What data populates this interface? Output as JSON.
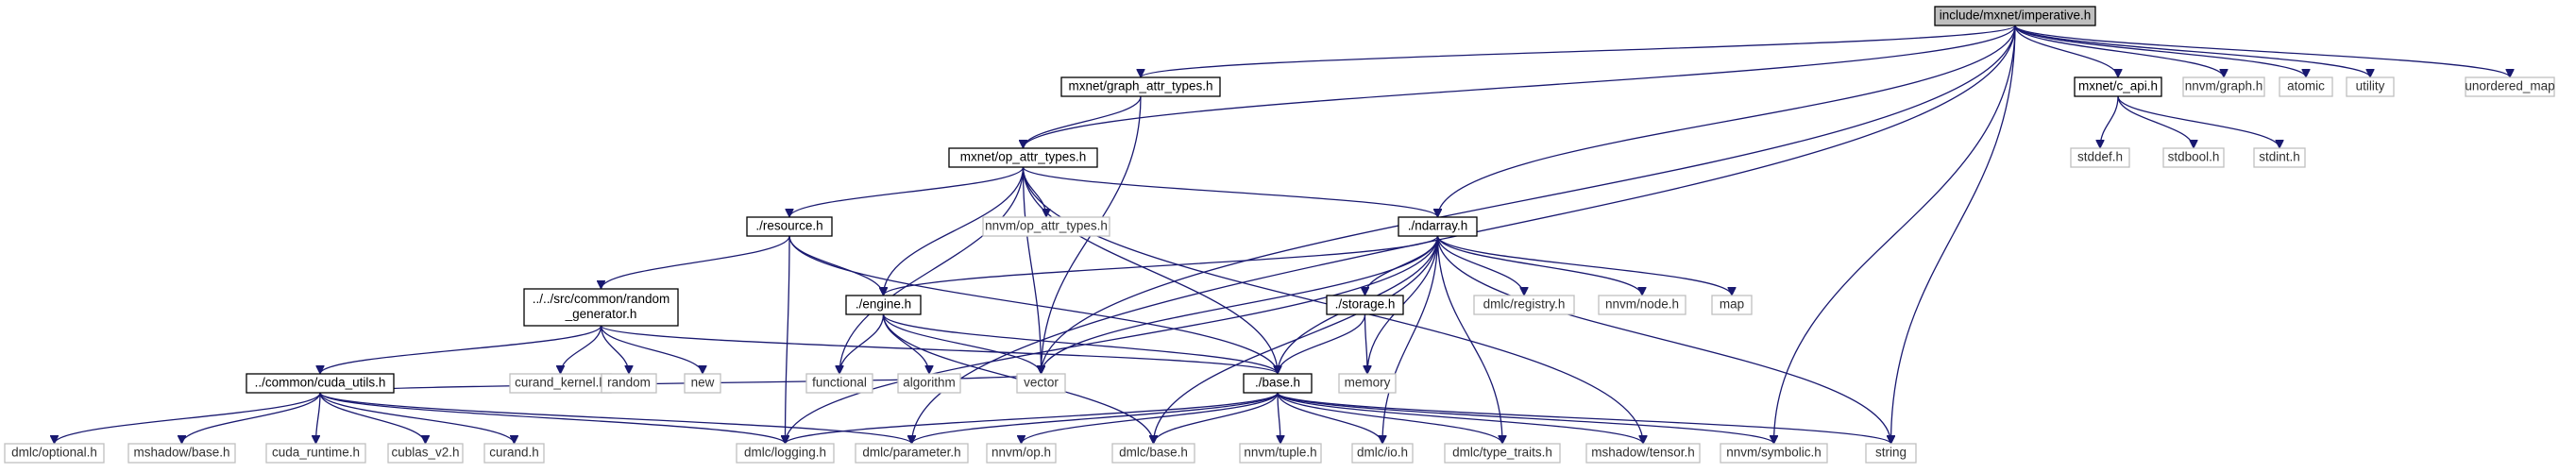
{
  "graph": {
    "kind": "include dependency graph",
    "colors": {
      "root_fill": "#bfbfbf",
      "local_border": "#000000",
      "external_border": "#bfbfbf",
      "edge": "#191970"
    },
    "nodes": [
      {
        "id": "imperative",
        "label": "include/mxnet/imperative.h",
        "kind": "main"
      },
      {
        "id": "graph_attr_types",
        "label": "mxnet/graph_attr_types.h",
        "kind": "local"
      },
      {
        "id": "c_api",
        "label": "mxnet/c_api.h",
        "kind": "local"
      },
      {
        "id": "nnvm_graph",
        "label": "nnvm/graph.h",
        "kind": "external"
      },
      {
        "id": "atomic",
        "label": "atomic",
        "kind": "external"
      },
      {
        "id": "utility",
        "label": "utility",
        "kind": "external"
      },
      {
        "id": "unordered_map",
        "label": "unordered_map",
        "kind": "external"
      },
      {
        "id": "stddef",
        "label": "stddef.h",
        "kind": "external"
      },
      {
        "id": "stdbool",
        "label": "stdbool.h",
        "kind": "external"
      },
      {
        "id": "stdint",
        "label": "stdint.h",
        "kind": "external"
      },
      {
        "id": "op_attr_types",
        "label": "mxnet/op_attr_types.h",
        "kind": "local"
      },
      {
        "id": "resource",
        "label": "./resource.h",
        "kind": "local"
      },
      {
        "id": "nnvm_op_attr_types",
        "label": "nnvm/op_attr_types.h",
        "kind": "external"
      },
      {
        "id": "ndarray",
        "label": "./ndarray.h",
        "kind": "local"
      },
      {
        "id": "random_generator",
        "label": "../../src/common/random\n_generator.h",
        "kind": "local"
      },
      {
        "id": "engine",
        "label": "./engine.h",
        "kind": "local"
      },
      {
        "id": "storage",
        "label": "./storage.h",
        "kind": "local"
      },
      {
        "id": "dmlc_registry",
        "label": "dmlc/registry.h",
        "kind": "external"
      },
      {
        "id": "nnvm_node",
        "label": "nnvm/node.h",
        "kind": "external"
      },
      {
        "id": "map",
        "label": "map",
        "kind": "external"
      },
      {
        "id": "cuda_utils",
        "label": "../common/cuda_utils.h",
        "kind": "local"
      },
      {
        "id": "curand_kernel",
        "label": "curand_kernel.h",
        "kind": "external"
      },
      {
        "id": "random",
        "label": "random",
        "kind": "external"
      },
      {
        "id": "new",
        "label": "new",
        "kind": "external"
      },
      {
        "id": "functional",
        "label": "functional",
        "kind": "external"
      },
      {
        "id": "algorithm",
        "label": "algorithm",
        "kind": "external"
      },
      {
        "id": "vector",
        "label": "vector",
        "kind": "external"
      },
      {
        "id": "base",
        "label": "./base.h",
        "kind": "local"
      },
      {
        "id": "memory",
        "label": "memory",
        "kind": "external"
      },
      {
        "id": "dmlc_optional",
        "label": "dmlc/optional.h",
        "kind": "external"
      },
      {
        "id": "mshadow_base",
        "label": "mshadow/base.h",
        "kind": "external"
      },
      {
        "id": "cuda_runtime",
        "label": "cuda_runtime.h",
        "kind": "external"
      },
      {
        "id": "cublas_v2",
        "label": "cublas_v2.h",
        "kind": "external"
      },
      {
        "id": "curand",
        "label": "curand.h",
        "kind": "external"
      },
      {
        "id": "dmlc_logging",
        "label": "dmlc/logging.h",
        "kind": "external"
      },
      {
        "id": "dmlc_parameter",
        "label": "dmlc/parameter.h",
        "kind": "external"
      },
      {
        "id": "nnvm_op",
        "label": "nnvm/op.h",
        "kind": "external"
      },
      {
        "id": "dmlc_base",
        "label": "dmlc/base.h",
        "kind": "external"
      },
      {
        "id": "nnvm_tuple",
        "label": "nnvm/tuple.h",
        "kind": "external"
      },
      {
        "id": "dmlc_io",
        "label": "dmlc/io.h",
        "kind": "external"
      },
      {
        "id": "dmlc_type_traits",
        "label": "dmlc/type_traits.h",
        "kind": "external"
      },
      {
        "id": "mshadow_tensor",
        "label": "mshadow/tensor.h",
        "kind": "external"
      },
      {
        "id": "nnvm_symbolic",
        "label": "nnvm/symbolic.h",
        "kind": "external"
      },
      {
        "id": "string",
        "label": "string",
        "kind": "external"
      }
    ],
    "edges": [
      [
        "imperative",
        "graph_attr_types"
      ],
      [
        "imperative",
        "c_api"
      ],
      [
        "imperative",
        "nnvm_graph"
      ],
      [
        "imperative",
        "atomic"
      ],
      [
        "imperative",
        "utility"
      ],
      [
        "imperative",
        "unordered_map"
      ],
      [
        "imperative",
        "op_attr_types"
      ],
      [
        "imperative",
        "ndarray"
      ],
      [
        "imperative",
        "vector"
      ],
      [
        "imperative",
        "dmlc_parameter"
      ],
      [
        "imperative",
        "nnvm_symbolic"
      ],
      [
        "imperative",
        "string"
      ],
      [
        "c_api",
        "stddef"
      ],
      [
        "c_api",
        "stdbool"
      ],
      [
        "c_api",
        "stdint"
      ],
      [
        "graph_attr_types",
        "op_attr_types"
      ],
      [
        "graph_attr_types",
        "vector"
      ],
      [
        "op_attr_types",
        "resource"
      ],
      [
        "op_attr_types",
        "nnvm_op_attr_types"
      ],
      [
        "op_attr_types",
        "ndarray"
      ],
      [
        "op_attr_types",
        "engine"
      ],
      [
        "op_attr_types",
        "functional"
      ],
      [
        "op_attr_types",
        "vector"
      ],
      [
        "op_attr_types",
        "base"
      ],
      [
        "op_attr_types",
        "mshadow_tensor"
      ],
      [
        "resource",
        "random_generator"
      ],
      [
        "resource",
        "engine"
      ],
      [
        "resource",
        "base"
      ],
      [
        "resource",
        "dmlc_logging"
      ],
      [
        "ndarray",
        "engine"
      ],
      [
        "ndarray",
        "storage"
      ],
      [
        "ndarray",
        "dmlc_registry"
      ],
      [
        "ndarray",
        "nnvm_node"
      ],
      [
        "ndarray",
        "map"
      ],
      [
        "ndarray",
        "memory"
      ],
      [
        "ndarray",
        "vector"
      ],
      [
        "ndarray",
        "base"
      ],
      [
        "ndarray",
        "dmlc_logging"
      ],
      [
        "ndarray",
        "dmlc_base"
      ],
      [
        "ndarray",
        "dmlc_io"
      ],
      [
        "ndarray",
        "dmlc_type_traits"
      ],
      [
        "ndarray",
        "string"
      ],
      [
        "random_generator",
        "cuda_utils"
      ],
      [
        "random_generator",
        "curand_kernel"
      ],
      [
        "random_generator",
        "random"
      ],
      [
        "random_generator",
        "new"
      ],
      [
        "random_generator",
        "base"
      ],
      [
        "engine",
        "functional"
      ],
      [
        "engine",
        "algorithm"
      ],
      [
        "engine",
        "vector"
      ],
      [
        "engine",
        "base"
      ],
      [
        "engine",
        "dmlc_base"
      ],
      [
        "storage",
        "memory"
      ],
      [
        "storage",
        "base"
      ],
      [
        "cuda_utils",
        "dmlc_optional"
      ],
      [
        "cuda_utils",
        "mshadow_base"
      ],
      [
        "cuda_utils",
        "cuda_runtime"
      ],
      [
        "cuda_utils",
        "cublas_v2"
      ],
      [
        "cuda_utils",
        "curand"
      ],
      [
        "cuda_utils",
        "dmlc_logging"
      ],
      [
        "cuda_utils",
        "dmlc_parameter"
      ],
      [
        "cuda_utils",
        "vector"
      ],
      [
        "base",
        "dmlc_logging"
      ],
      [
        "base",
        "dmlc_parameter"
      ],
      [
        "base",
        "nnvm_op"
      ],
      [
        "base",
        "dmlc_base"
      ],
      [
        "base",
        "nnvm_tuple"
      ],
      [
        "base",
        "dmlc_io"
      ],
      [
        "base",
        "dmlc_type_traits"
      ],
      [
        "base",
        "mshadow_tensor"
      ],
      [
        "base",
        "nnvm_symbolic"
      ],
      [
        "base",
        "string"
      ]
    ]
  }
}
